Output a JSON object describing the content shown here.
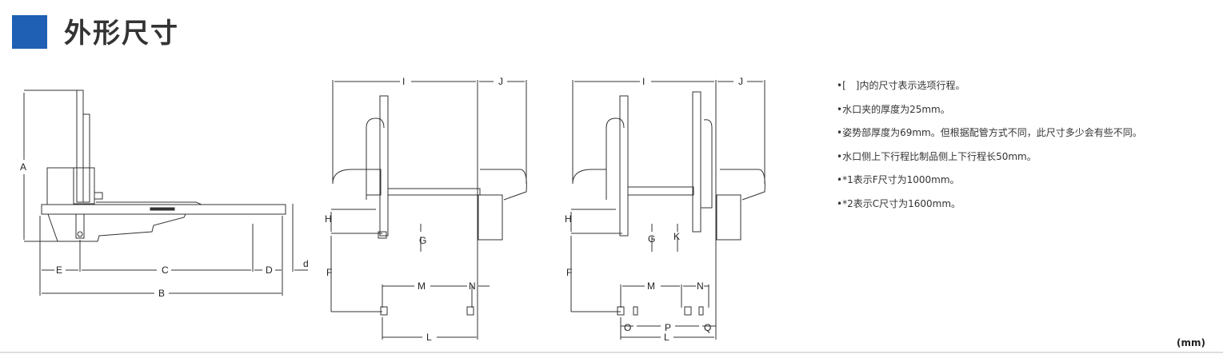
{
  "header": {
    "title": "外形尺寸",
    "accent_color": "#1f5fb4"
  },
  "diagram_labels": {
    "side": {
      "A": "A",
      "B": "B",
      "C": "C",
      "D": "D",
      "E": "E",
      "d": "d"
    },
    "front1": {
      "I": "I",
      "J": "J",
      "H": "H",
      "G": "G",
      "F": "F",
      "M": "M",
      "N": "N",
      "L": "L"
    },
    "front2": {
      "I": "I",
      "J": "J",
      "H": "H",
      "G": "G",
      "K": "K",
      "F": "F",
      "M": "M",
      "N": "N",
      "O": "O",
      "P": "P",
      "Q": "Q",
      "L": "L"
    }
  },
  "notes": [
    "•[　]内的尺寸表示选项行程。",
    "•水口夹的厚度为25mm。",
    "•姿势部厚度为69mm。但根据配管方式不同，此尺寸多少会有些不同。",
    "•水口侧上下行程比制品侧上下行程长50mm。",
    "•*1表示F尺寸为1000mm。",
    "•*2表示C尺寸为1600mm。"
  ],
  "unit": "(mm)"
}
